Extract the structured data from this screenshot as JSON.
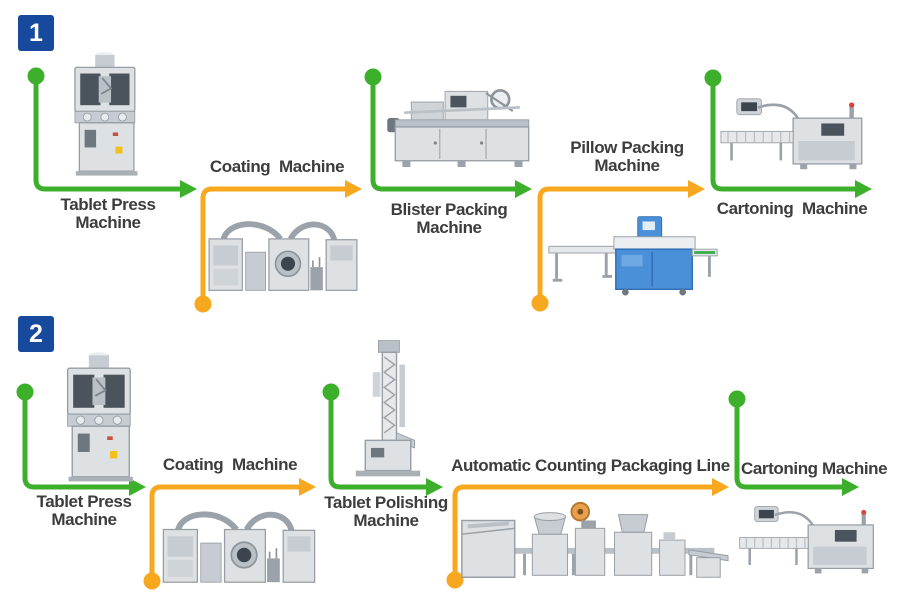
{
  "palette": {
    "green": "#3cb02a",
    "orange": "#f8a81e",
    "badge_blue": "#17499d",
    "label_text": "#3d3d3d",
    "background": "#ffffff",
    "machine_gray": "#dde1e4",
    "pillow_blue": "#4a90d9"
  },
  "rows": [
    {
      "badge": "1",
      "machines": [
        {
          "id": "tablet-press-machine",
          "label": "Tablet Press\nMachine"
        },
        {
          "id": "coating-machine",
          "label": "Coating  Machine"
        },
        {
          "id": "blister-packing-machine",
          "label": "Blister Packing\nMachine"
        },
        {
          "id": "pillow-packing-machine",
          "label": "Pillow Packing\nMachine"
        },
        {
          "id": "cartoning-machine",
          "label": "Cartoning  Machine"
        }
      ]
    },
    {
      "badge": "2",
      "machines": [
        {
          "id": "tablet-press-machine",
          "label": "Tablet Press\nMachine"
        },
        {
          "id": "coating-machine",
          "label": "Coating  Machine"
        },
        {
          "id": "tablet-polishing-machine",
          "label": "Tablet Polishing\nMachine"
        },
        {
          "id": "automatic-counting-packaging-line",
          "label": "Automatic Counting Packaging Line"
        },
        {
          "id": "cartoning-machine",
          "label": "Cartoning Machine"
        }
      ]
    }
  ]
}
